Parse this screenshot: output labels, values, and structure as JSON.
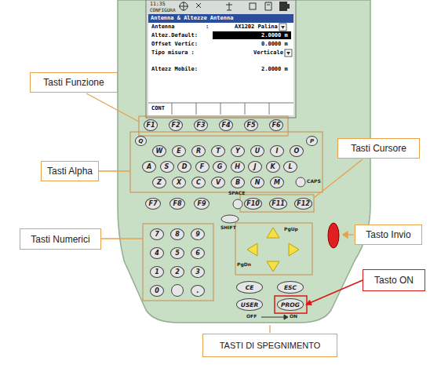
{
  "diagram": {
    "nodes": [
      {
        "text": [
          "Tasti Funzione"
        ]
      },
      {
        "text": [
          "F1"
        ]
      },
      {
        "text": [
          "F2"
        ]
      },
      {
        "text": [
          "F3"
        ]
      },
      {
        "text": [
          "F4"
        ]
      },
      {
        "text": [
          "F5"
        ]
      },
      {
        "text": [
          "F6"
        ]
      },
      {
        "text": [
          "Tasti Cursore"
        ]
      },
      {
        "text": [
          "Q"
        ]
      },
      {
        "text": [
          "W"
        ]
      },
      {
        "text": [
          "E"
        ]
      },
      {
        "text": [
          "R"
        ]
      },
      {
        "text": [
          "T"
        ]
      },
      {
        "text": [
          "Y"
        ]
      },
      {
        "text": [
          "U"
        ]
      },
      {
        "text": [
          "I"
        ]
      },
      {
        "text": [
          "O"
        ]
      },
      {
        "text": [
          "P"
        ]
      },
      {
        "text": [
          "Tasti Alpha"
        ]
      },
      {
        "text": [
          "A"
        ]
      },
      {
        "text": [
          "S"
        ]
      },
      {
        "text": [
          "D"
        ]
      },
      {
        "text": [
          "F"
        ]
      },
      {
        "text": [
          "G"
        ]
      },
      {
        "text": [
          "H"
        ]
      },
      {
        "text": [
          "J"
        ]
      },
      {
        "text": [
          "K"
        ]
      },
      {
        "text": [
          "L"
        ]
      },
      {
        "text": [
          "Z"
        ]
      },
      {
        "text": [
          "X"
        ]
      },
      {
        "text": [
          "C"
        ]
      },
      {
        "text": [
          "V"
        ]
      },
      {
        "text": [
          "B"
        ]
      },
      {
        "text": [
          "N"
        ]
      },
      {
        "text": [
          "M"
        ]
      },
      {
        "text": [
          "F7"
        ]
      },
      {
        "text": [
          "F8"
        ]
      },
      {
        "text": [
          "F9"
        ]
      },
      {
        "text": [
          "F10"
        ]
      },
      {
        "text": [
          "F11"
        ]
      },
      {
        "text": [
          "F12"
        ]
      },
      {
        "text": [
          "Tasti Numerici"
        ]
      },
      {
        "text": [
          "7"
        ]
      },
      {
        "text": [
          "8"
        ]
      },
      {
        "text": [
          "9"
        ]
      },
      {
        "text": [
          "Tasto Invio"
        ]
      },
      {
        "text": [
          "4"
        ]
      },
      {
        "text": [
          "5"
        ]
      },
      {
        "text": [
          "6"
        ]
      },
      {
        "text": [
          "1"
        ]
      },
      {
        "text": [
          "2"
        ]
      },
      {
        "text": [
          "3"
        ]
      },
      {
        "text": [
          "CE"
        ]
      },
      {
        "text": [
          "ESC"
        ]
      },
      {
        "text": [
          "Tasto ON"
        ]
      },
      {
        "text": [
          "0"
        ]
      },
      {
        "text": [
          "."
        ]
      },
      {
        "text": [
          "USER"
        ]
      },
      {
        "text": [
          "PROG"
        ]
      },
      {
        "text": [
          "TASTI DI SPEGNIMENTO"
        ]
      }
    ],
    "edges": [
      {
        "from": 54,
        "to": 58,
        "arrow": "to"
      }
    ],
    "labels": [
      "11:35",
      "CONFIGURA",
      "Antenna & Altezze Antenna",
      "Antenna",
      ":",
      "AX1202 Palina",
      "Altez.Default:",
      "2.0000 m",
      "Offset Vertic:",
      "0.0000 m",
      "Tipo misura :",
      "Verticale",
      "Altezz Mobile:",
      "2.0000 m",
      "CONT",
      "SPACE",
      "SHIFT",
      "CAPS",
      "PgUp",
      "PgDn",
      "OFF",
      "ON"
    ]
  }
}
